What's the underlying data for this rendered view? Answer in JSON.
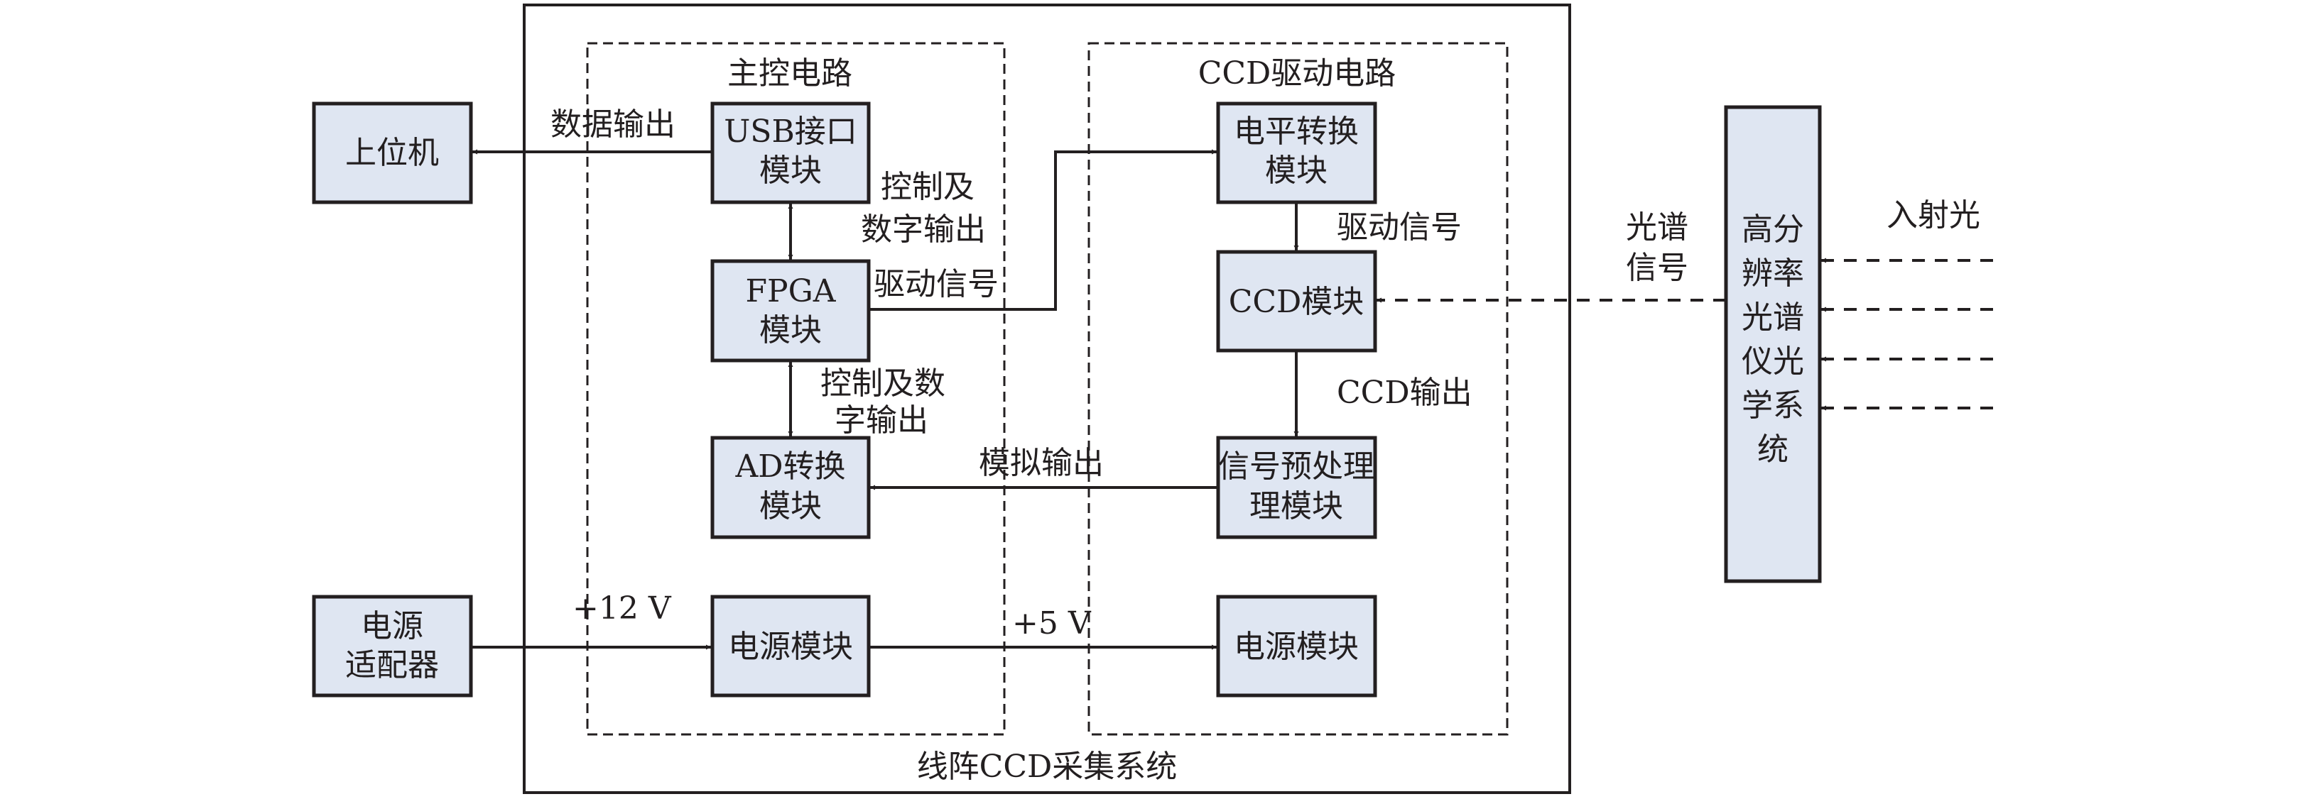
{
  "title": "线阵CCD采集系统",
  "colors": {
    "box_fill": "#dfe6f2",
    "stroke": "#231f20"
  },
  "groups": {
    "main_control": "主控电路",
    "ccd_drive": "CCD驱动电路"
  },
  "blocks": {
    "host": [
      "上位机"
    ],
    "power_adapter": [
      "电源",
      "适配器"
    ],
    "usb": [
      "USB接口",
      "模块"
    ],
    "fpga": [
      "FPGA",
      "模块"
    ],
    "ad": [
      "AD转换",
      "模块"
    ],
    "power_main": [
      "电源模块"
    ],
    "level_shift": [
      "电平转换",
      "模块"
    ],
    "ccd": [
      "CCD模块"
    ],
    "preprocess": [
      "信号预处理",
      "理模块"
    ],
    "power_ccd": [
      "电源模块"
    ],
    "spectrometer": [
      "高分",
      "辨率",
      "光谱",
      "仪光",
      "学系",
      "统"
    ]
  },
  "labels": {
    "data_output": "数据输出",
    "ctrl_digital_1": [
      "控制及",
      "数字输出"
    ],
    "drive_signal_fpga": "驱动信号",
    "ctrl_digital_2": [
      "控制及数",
      "字输出"
    ],
    "analog_output": "模拟输出",
    "drive_signal_ccd": "驱动信号",
    "ccd_output": "CCD输出",
    "spectral_signal": [
      "光谱",
      "信号"
    ],
    "incident_light": "入射光",
    "v12": "+12 V",
    "v5": "+5 V"
  }
}
